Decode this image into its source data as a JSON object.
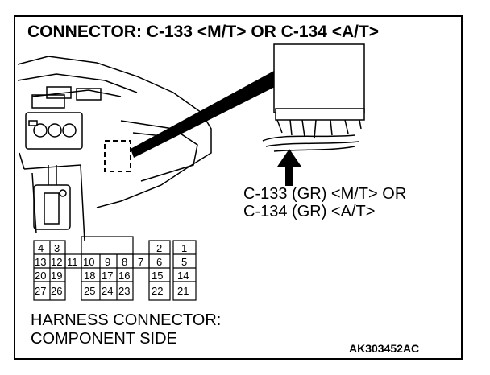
{
  "title": "CONNECTOR: C-133 <M/T> OR C-134 <A/T>",
  "connector_label": {
    "line1": "C-133 (GR) <M/T> OR",
    "line2": "C-134 (GR) <A/T>"
  },
  "harness": {
    "line1": "HARNESS CONNECTOR:",
    "line2": "COMPONENT SIDE"
  },
  "figure_code": "AK303452AC",
  "pins": {
    "p1": "1",
    "p2": "2",
    "p3": "3",
    "p4": "4",
    "p5": "5",
    "p6": "6",
    "p7": "7",
    "p8": "8",
    "p9": "9",
    "p10": "10",
    "p11": "11",
    "p12": "12",
    "p13": "13",
    "p14": "14",
    "p15": "15",
    "p16": "16",
    "p17": "17",
    "p18": "18",
    "p19": "19",
    "p20": "20",
    "p21": "21",
    "p22": "22",
    "p23": "23",
    "p24": "24",
    "p25": "25",
    "p26": "26",
    "p27": "27"
  }
}
